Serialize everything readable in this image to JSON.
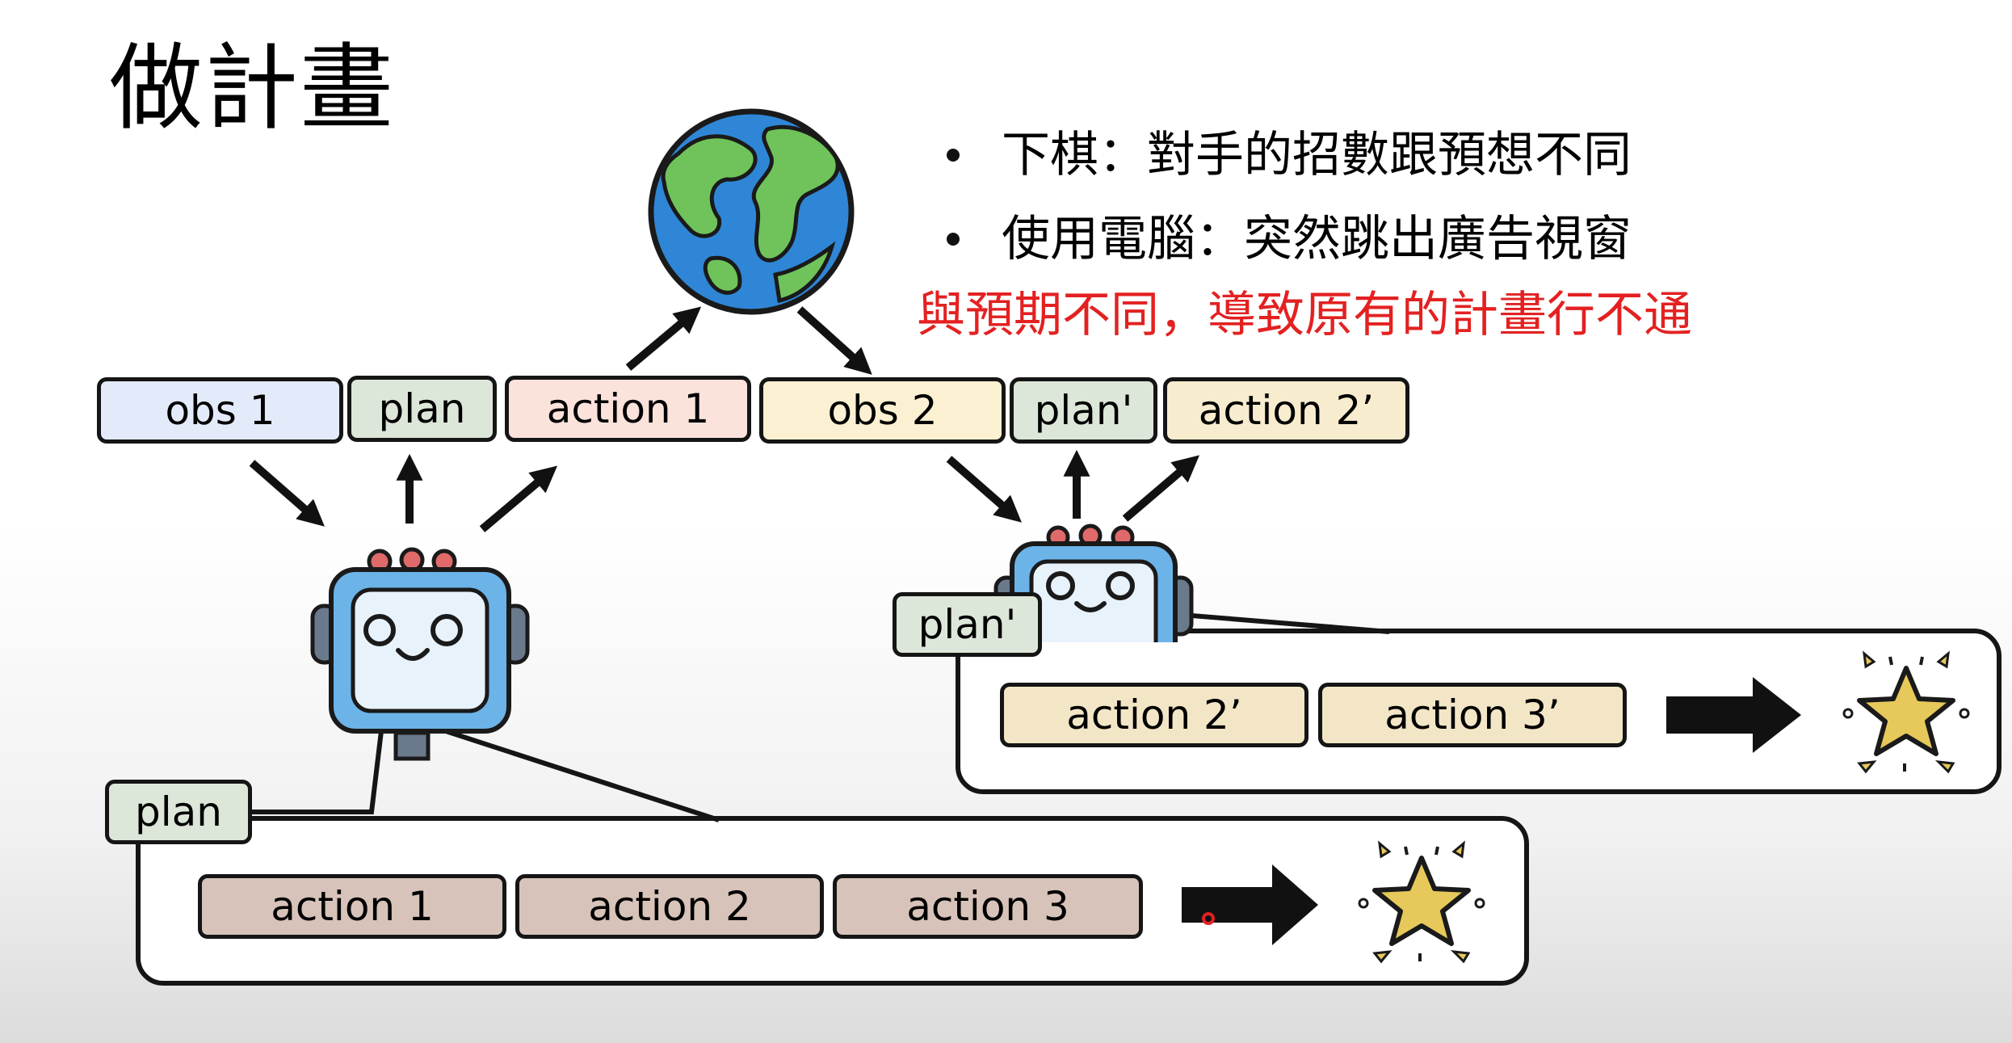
{
  "title": "做計畫",
  "bullets": [
    "下棋：對手的招數跟預想不同",
    "使用電腦：突然跳出廣告視窗"
  ],
  "warning": "與預期不同，導致原有的計畫行不通",
  "sequence": {
    "obs1": "obs 1",
    "plan": "plan",
    "action1": "action 1",
    "obs2": "obs 2",
    "plan_prime": "plan'",
    "action2_prime": "action 2’"
  },
  "plan_box": {
    "label": "plan",
    "actions": [
      "action 1",
      "action 2",
      "action 3"
    ]
  },
  "plan_prime_box": {
    "label": "plan'",
    "actions": [
      "action 2’",
      "action 3’"
    ]
  },
  "icons": [
    "earth-icon",
    "robot-icon",
    "star-icon",
    "arrow-right-icon"
  ],
  "colors": {
    "warning": "#e32121",
    "obs1": "#e3ebfb",
    "plan": "#dde7d9",
    "action1": "#fbe3dc",
    "obs2": "#fbf1d2",
    "action_box": "#d7c3b9",
    "action_prime_box": "#f2e6c6",
    "star": "#e6c95a"
  }
}
